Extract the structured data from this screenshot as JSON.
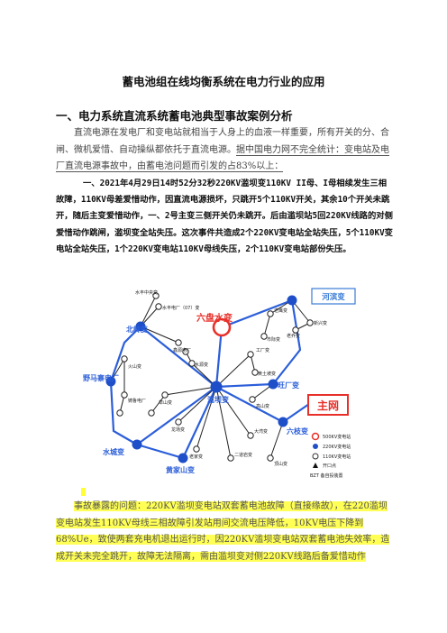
{
  "doc": {
    "title": "蓄电池组在线均衡系统在电力行业的应用",
    "section1_heading": "一、电力系统直流系统蓄电池典型事故案例分析",
    "para1_a": "直流电源在发电厂和变电站就相当于人身上的血液一样重要，所有开关的分、合闸、微机爱惜、自动操纵都依托于直流电源。",
    "para1_b": "据中国电力网不完全统计：变电站及电厂直流电源事故中，由蓄电池问题而引发的占83%以上：",
    "para2": "一、2021年4月29日14时52分32秒220KV滥坝变110KV II母、I母相续发生三相故障，110KV母差爱惜动作，因直流电源损坏，只跳开5个110KV开关，其余10个开关未跳开，随后主变爱惜动作，一、2号主变三侧开关仍未跳开。后由滥坝站5回220KV线路的对侧爱惜动作跳闸，滥坝变全站失压。这次事件共造成2个220KV变电站全站失压，5个110KV变电站全站失压，1个220KV变电站110KV母线失压，2个110KV变电站部份失压。",
    "para3": "事故暴露的问题：220KV滥坝变电站双套蓄电池故障（直接缘故），在220滥坝变电站发生110KV母线三相故障引发站用间交流电压降低，10KV电压下降到68%Ue，致使两套充电机退出运行时，因220KV滥坝变电站双套蓄电池失效率，造成开关未完全跳开，故障无法隔离，需由滥坝变对侧220KV线路后备爱惜动作"
  },
  "diagram": {
    "nodes": {
      "shuifeng_north": "水丰中央变",
      "shuifeng_power": "水丰电厂（07）变",
      "liupanshui": "六盘水变",
      "beiling": "北岭变",
      "yema": "野马寨电厂",
      "zhuji": "铸鲁电厂",
      "shuicheng": "水城变",
      "huangjiashan": "黄家山变",
      "lanba": "滥坝变",
      "huangtuopo": "黄土坡变",
      "gongchang": "工厂变",
      "liufang": "六枝变",
      "wangchang": "旺厂变",
      "zhuwang": "主网",
      "hebin": "河滨变",
      "laoyan": "老鹰变",
      "shiji": "市际变",
      "xinxing": "新兴变",
      "laoqiao": "老乔变",
      "erdao": "二道岩变",
      "dawan": "大湾变",
      "huoshan": "火山变",
      "caoshan": "草山变",
      "longchang": "龙场变",
      "shuiyuan": "水源变",
      "gaoshan": "高山变",
      "dingshan": "顶山变",
      "laojia": "老家变",
      "xinyuan": "鑫源电厂"
    },
    "legend": [
      {
        "label": "500KV变电站",
        "color": "#e8302a"
      },
      {
        "label": "220KV变电站",
        "color": "#1e4fc8"
      },
      {
        "label": "110KV变电站",
        "color": "#333333"
      },
      {
        "label": "开口点",
        "color": "#111111"
      },
      {
        "label": "BZT  备自投装置",
        "color": "#111111"
      }
    ],
    "colors": {
      "line220": "#2b5ed9",
      "line110": "#222222",
      "station500": "#e8302a",
      "accent": "#3a7bd5"
    }
  }
}
